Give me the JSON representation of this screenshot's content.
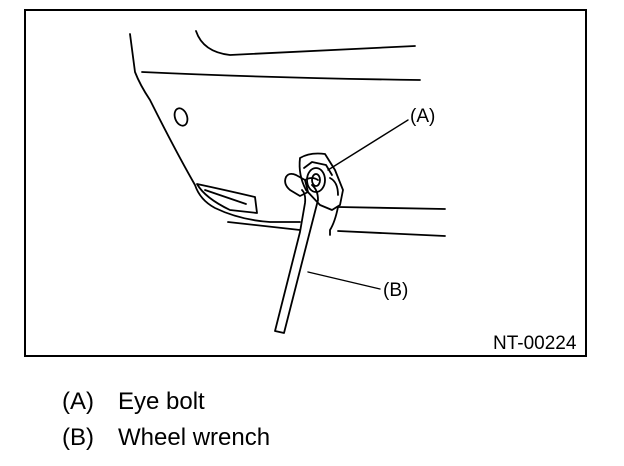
{
  "figure": {
    "callouts": {
      "a": "(A)",
      "b": "(B)"
    },
    "figure_id": "NT-00224"
  },
  "legend": [
    {
      "key": "(A)",
      "label": "Eye bolt"
    },
    {
      "key": "(B)",
      "label": "Wheel wrench"
    }
  ],
  "colors": {
    "line": "#000000",
    "background": "#ffffff"
  }
}
